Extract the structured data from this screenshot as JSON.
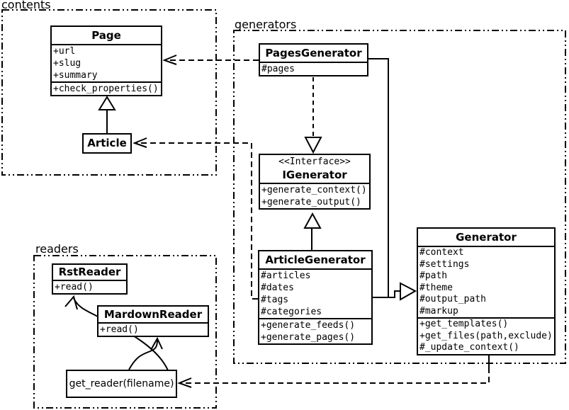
{
  "diagram_type": "uml-class-diagram",
  "colors": {
    "line": "#000000",
    "background": "#ffffff",
    "box_fill": "#ffffff"
  },
  "packages": {
    "contents": {
      "label": "contents"
    },
    "generators": {
      "label": "generators"
    },
    "readers": {
      "label": "readers"
    }
  },
  "classes": {
    "page": {
      "title": "Page",
      "attributes": [
        "+url",
        "+slug",
        "+summary"
      ],
      "methods": [
        "+check_properties()"
      ]
    },
    "article": {
      "title": "Article"
    },
    "pages_generator": {
      "title": "PagesGenerator",
      "attributes": [
        "#pages"
      ]
    },
    "igenerator": {
      "stereotype": "<<Interface>>",
      "title": "IGenerator",
      "methods": [
        "+generate_context()",
        "+generate_output()"
      ]
    },
    "article_generator": {
      "title": "ArticleGenerator",
      "attributes": [
        "#articles",
        "#dates",
        "#tags",
        "#categories"
      ],
      "methods": [
        "+generate_feeds()",
        "+generate_pages()"
      ]
    },
    "generator": {
      "title": "Generator",
      "attributes": [
        "#context",
        "#settings",
        "#path",
        "#theme",
        "#output_path",
        "#markup"
      ],
      "methods": [
        "+get_templates()",
        "+get_files(path,exclude)",
        "#_update_context()"
      ]
    },
    "rst_reader": {
      "title": "RstReader",
      "methods": [
        "+read()"
      ]
    },
    "mardown_reader": {
      "title": "MardownReader",
      "methods": [
        "+read()"
      ]
    },
    "get_reader": {
      "title": "get_reader(filename)"
    }
  }
}
